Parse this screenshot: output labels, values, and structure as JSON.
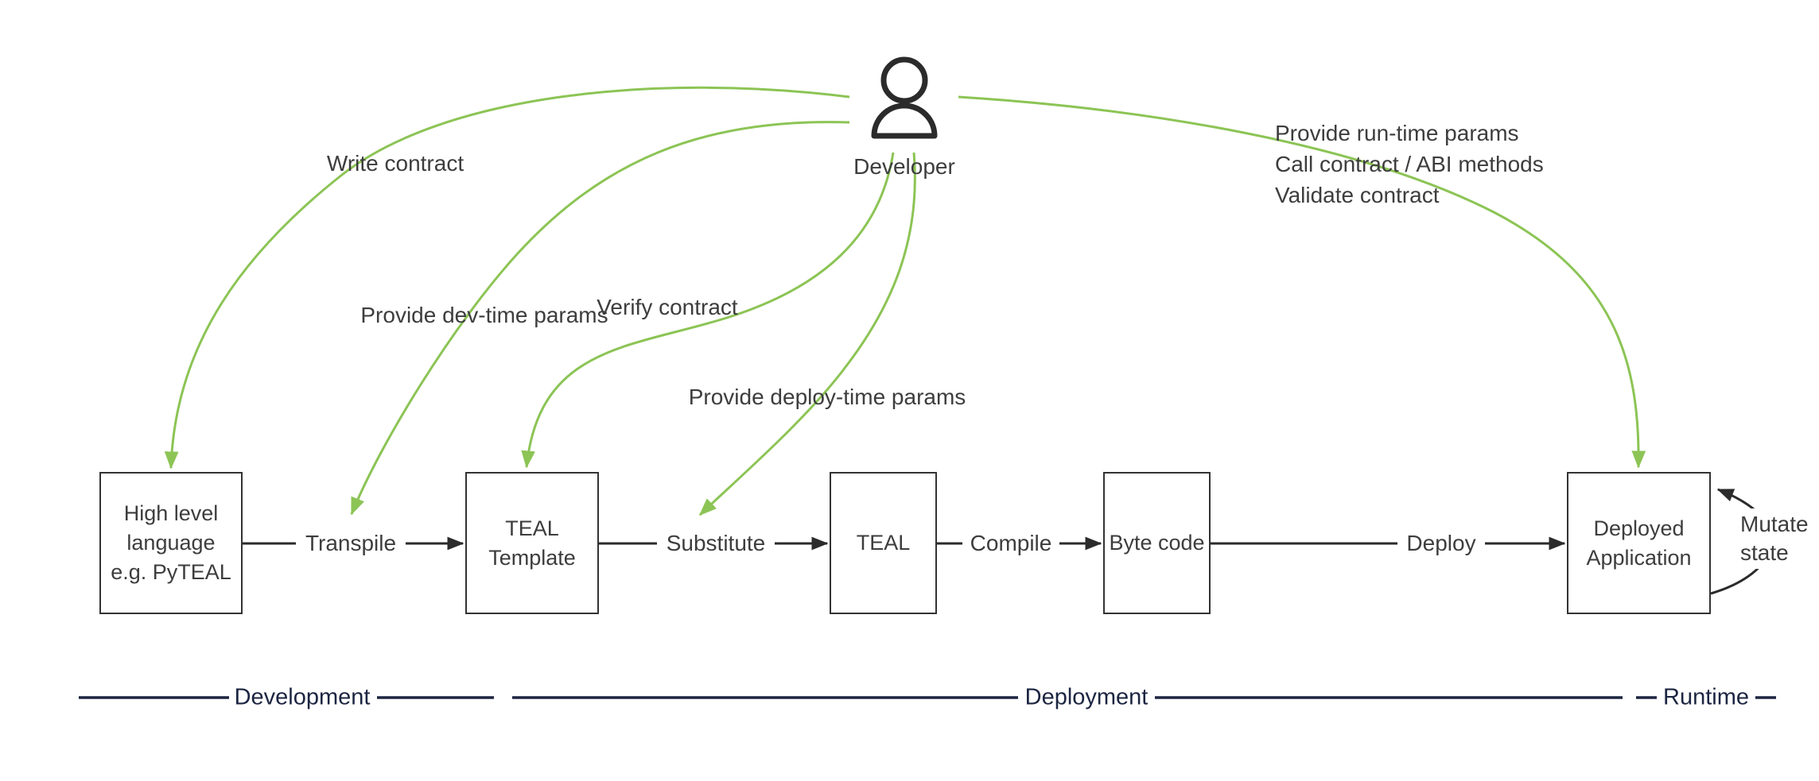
{
  "actor": {
    "name": "Developer"
  },
  "annotations": {
    "write_contract": "Write contract",
    "dev_time_params": "Provide dev-time params",
    "verify_contract": "Verify contract",
    "deploy_time_params": "Provide deploy-time params",
    "runtime_lines": [
      "Provide run-time params",
      "Call contract / ABI methods",
      "Validate contract"
    ],
    "mutate_state_lines": [
      "Mutate",
      "state"
    ]
  },
  "nodes": [
    {
      "label": "High level\nlanguage\ne.g. PyTEAL"
    },
    {
      "label": "TEAL\nTemplate"
    },
    {
      "label": "TEAL"
    },
    {
      "label": "Byte code"
    },
    {
      "label": "Deployed\nApplication"
    }
  ],
  "edges": [
    "Transpile",
    "Substitute",
    "Compile",
    "Deploy"
  ],
  "phases": [
    "Development",
    "Deployment",
    "Runtime"
  ],
  "colors": {
    "accent_green": "#8CC455",
    "divider_navy": "#1C2541",
    "ink": "#3D3D3D",
    "stroke_black": "#2B2B2B"
  }
}
